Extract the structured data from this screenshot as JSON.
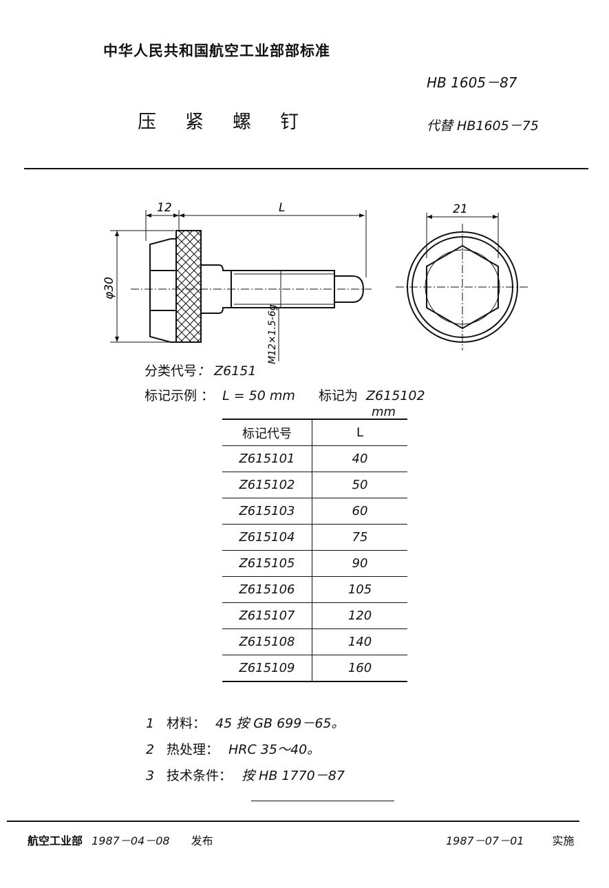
{
  "header": {
    "organization": "中华人民共和国航空工业部部标准",
    "standard_code": "HB 1605－87",
    "title": "压紧螺钉",
    "replaces": "代替 HB1605－75"
  },
  "drawing": {
    "dim_head_length": "12",
    "dim_length": "L",
    "dim_diameter": "φ30",
    "dim_thread": "M12×1.5-6g",
    "dim_across_flats": "21"
  },
  "classification": {
    "label": "分类代号",
    "value": "Z6151"
  },
  "marking_example": {
    "label": "标记示例",
    "condition": "L = 50 mm",
    "text": "标记为",
    "value": "Z615102"
  },
  "table": {
    "unit": "mm",
    "headers": [
      "标记代号",
      "L"
    ],
    "rows": [
      [
        "Z615101",
        "40"
      ],
      [
        "Z615102",
        "50"
      ],
      [
        "Z615103",
        "60"
      ],
      [
        "Z615104",
        "75"
      ],
      [
        "Z615105",
        "90"
      ],
      [
        "Z615106",
        "105"
      ],
      [
        "Z615107",
        "120"
      ],
      [
        "Z615108",
        "140"
      ],
      [
        "Z615109",
        "160"
      ]
    ]
  },
  "notes": [
    {
      "num": "1",
      "label": "材料：",
      "value": "45 按 GB 699－65。"
    },
    {
      "num": "2",
      "label": "热处理：",
      "value": "HRC 35～40。"
    },
    {
      "num": "3",
      "label": "技术条件：",
      "value": "按 HB 1770－87"
    }
  ],
  "footer": {
    "issuer": "航空工业部",
    "issue_date": "1987－04－08",
    "issue_label": "发布",
    "effective_date": "1987－07－01",
    "effective_label": "实施"
  }
}
